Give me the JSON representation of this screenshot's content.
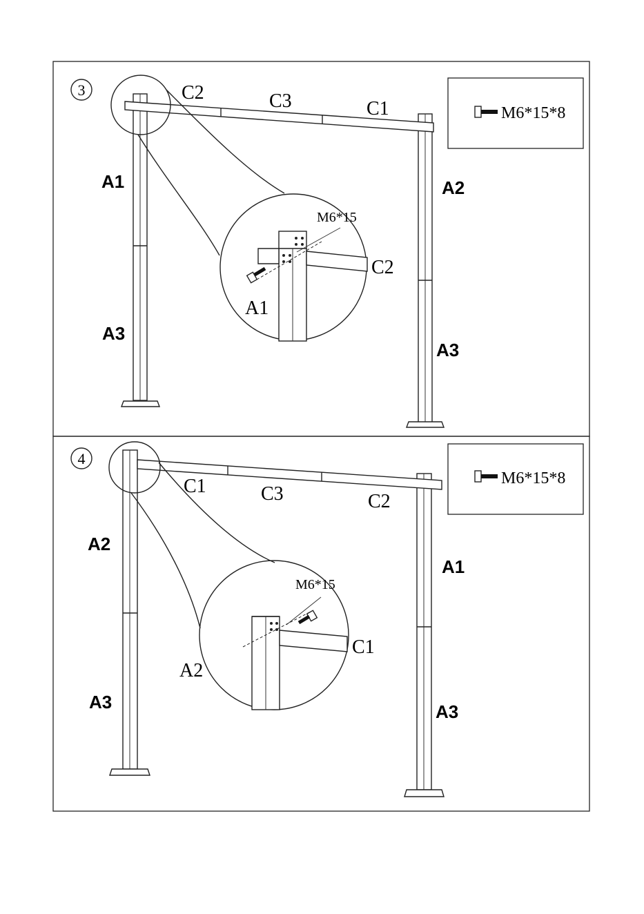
{
  "step3": {
    "number": "3",
    "hardware": "M6*15*8",
    "labels": {
      "top_left": "C2",
      "top_mid": "C3",
      "top_right": "C1",
      "left_upper": "A1",
      "left_lower": "A3",
      "right_upper": "A2",
      "right_lower": "A3"
    },
    "detail": {
      "bolt": "M6*15",
      "beam": "C2",
      "post": "A1"
    }
  },
  "step4": {
    "number": "4",
    "hardware": "M6*15*8",
    "labels": {
      "top_left": "C1",
      "top_mid": "C3",
      "top_right": "C2",
      "left_upper": "A2",
      "left_lower": "A3",
      "right_upper": "A1",
      "right_lower": "A3"
    },
    "detail": {
      "bolt": "M6*15",
      "beam": "C1",
      "post": "A2"
    }
  }
}
